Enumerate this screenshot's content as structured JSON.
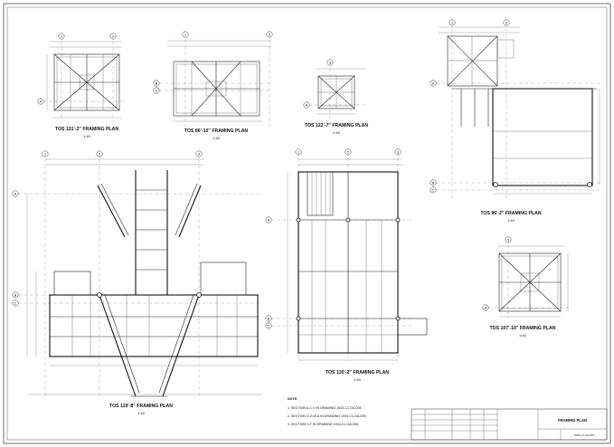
{
  "drawing": {
    "plans": [
      {
        "id": "p131",
        "title": "TOS 131'-2\" FRAMING PLAN",
        "scale": "1:40"
      },
      {
        "id": "p86",
        "title": "TOS 86'-10\" FRAMING PLAN",
        "scale": "1:40"
      },
      {
        "id": "p122",
        "title": "TOS 122'-7\" FRAMING PLAN",
        "scale": "1:40"
      },
      {
        "id": "p96",
        "title": "TOS 96'-2\" FRAMING PLAN",
        "scale": "1:40"
      },
      {
        "id": "p119",
        "title": "TOS 119'-8\" FRAMING PLAN",
        "scale": "1:40"
      },
      {
        "id": "p130",
        "title": "TOS 130'-2\" FRAMING PLAN",
        "scale": "1:40"
      },
      {
        "id": "p107",
        "title": "TOS 107'-10\" FRAMING PLAN",
        "scale": "1:40"
      }
    ],
    "grid_labels": {
      "col1": "1",
      "col2": "2",
      "col3": "3",
      "rowA": "A",
      "rowB": "B",
      "rowC": "C"
    },
    "notes": {
      "heading": "NOTE:",
      "items": [
        "1. SECTION A-C,V IN DRAWING 1034-C1-GA-004.",
        "2. SECTION D-G,W,U IN DRAWING 1034-C1-GA-005.",
        "3. SECTION H-T IN DRAWING 1034-C1-GA-006."
      ]
    },
    "title_block": {
      "title": "FRAMING PLAN",
      "drawing_number": "1034-C1-GA-003"
    }
  }
}
